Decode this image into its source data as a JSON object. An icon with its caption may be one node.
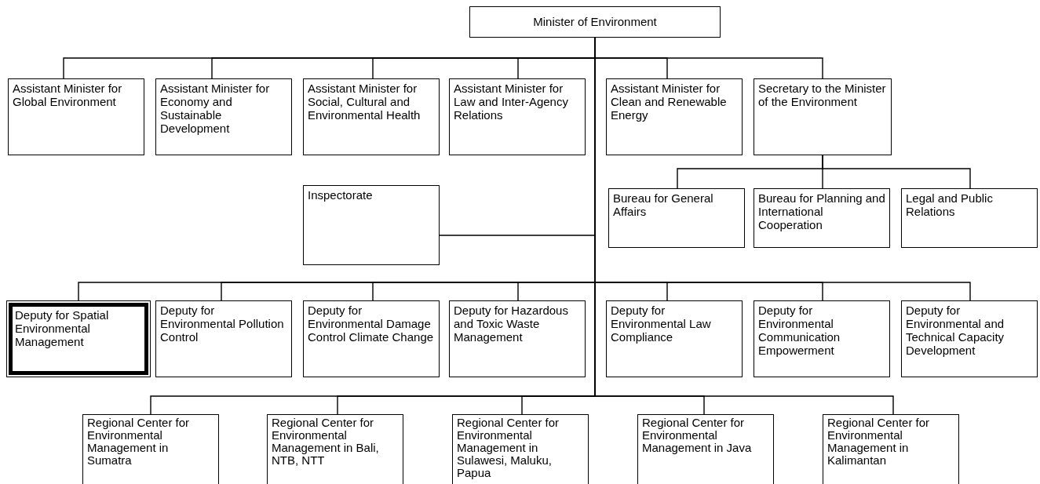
{
  "diagram": {
    "nodes": [
      {
        "text": [
          "Minister of Environment"
        ]
      },
      {
        "text": [
          "Assistant Minister for Global Environment"
        ]
      },
      {
        "text": [
          "Assistant Minister for Economy and Sustainable Development"
        ]
      },
      {
        "text": [
          "Assistant Minister for Social, Cultural and Environmental Health"
        ]
      },
      {
        "text": [
          "Assistant Minister for Law and Inter-Agency Relations"
        ]
      },
      {
        "text": [
          "Assistant Minister for Clean and Renewable Energy"
        ]
      },
      {
        "text": [
          "Secretary to the Minister of the Environment"
        ]
      },
      {
        "text": [
          "Inspectorate"
        ]
      },
      {
        "text": [
          "Bureau for General Affairs"
        ]
      },
      {
        "text": [
          "Bureau for Planning and International Cooperation"
        ]
      },
      {
        "text": [
          "Legal and Public Relations"
        ]
      },
      {
        "text": [
          "Deputy for Spatial Environmental Management"
        ]
      },
      {
        "text": [
          "Deputy for Environmental Pollution Control"
        ]
      },
      {
        "text": [
          "Deputy for Environmental Damage Control Climate Change"
        ]
      },
      {
        "text": [
          "Deputy for Hazardous and Toxic Waste Management"
        ]
      },
      {
        "text": [
          "Deputy for Environmental Law Compliance"
        ]
      },
      {
        "text": [
          "Deputy for Environmental Communication Empowerment"
        ]
      },
      {
        "text": [
          "Deputy for Environmental and Technical Capacity Development"
        ]
      },
      {
        "text": [
          "Regional Center for Environmental Management in Sumatra"
        ]
      },
      {
        "text": [
          "Regional Center for Environmental Management in Bali, NTB, NTT"
        ]
      },
      {
        "text": [
          "Regional Center for Environmental Management in Sulawesi, Maluku, Papua"
        ]
      },
      {
        "text": [
          "Regional Center for Environmental Management in Java"
        ]
      },
      {
        "text": [
          "Regional Center for Environmental Management in Kalimantan"
        ]
      }
    ],
    "edges": [
      {
        "from": 0,
        "to": 1,
        "arrow": "none"
      },
      {
        "from": 0,
        "to": 2,
        "arrow": "none"
      },
      {
        "from": 0,
        "to": 3,
        "arrow": "none"
      },
      {
        "from": 0,
        "to": 4,
        "arrow": "none"
      },
      {
        "from": 0,
        "to": 5,
        "arrow": "none"
      },
      {
        "from": 0,
        "to": 6,
        "arrow": "none"
      },
      {
        "from": 0,
        "to": 7,
        "arrow": "none"
      },
      {
        "from": 6,
        "to": 8,
        "arrow": "none"
      },
      {
        "from": 6,
        "to": 9,
        "arrow": "none"
      },
      {
        "from": 6,
        "to": 10,
        "arrow": "none"
      },
      {
        "from": 0,
        "to": 11,
        "arrow": "none"
      },
      {
        "from": 0,
        "to": 12,
        "arrow": "none"
      },
      {
        "from": 0,
        "to": 13,
        "arrow": "none"
      },
      {
        "from": 0,
        "to": 14,
        "arrow": "none"
      },
      {
        "from": 0,
        "to": 15,
        "arrow": "none"
      },
      {
        "from": 0,
        "to": 16,
        "arrow": "none"
      },
      {
        "from": 0,
        "to": 17,
        "arrow": "none"
      },
      {
        "from": 0,
        "to": 18,
        "arrow": "none"
      },
      {
        "from": 0,
        "to": 19,
        "arrow": "none"
      },
      {
        "from": 0,
        "to": 20,
        "arrow": "none"
      },
      {
        "from": 0,
        "to": 21,
        "arrow": "none"
      },
      {
        "from": 0,
        "to": 22,
        "arrow": "none"
      }
    ]
  }
}
